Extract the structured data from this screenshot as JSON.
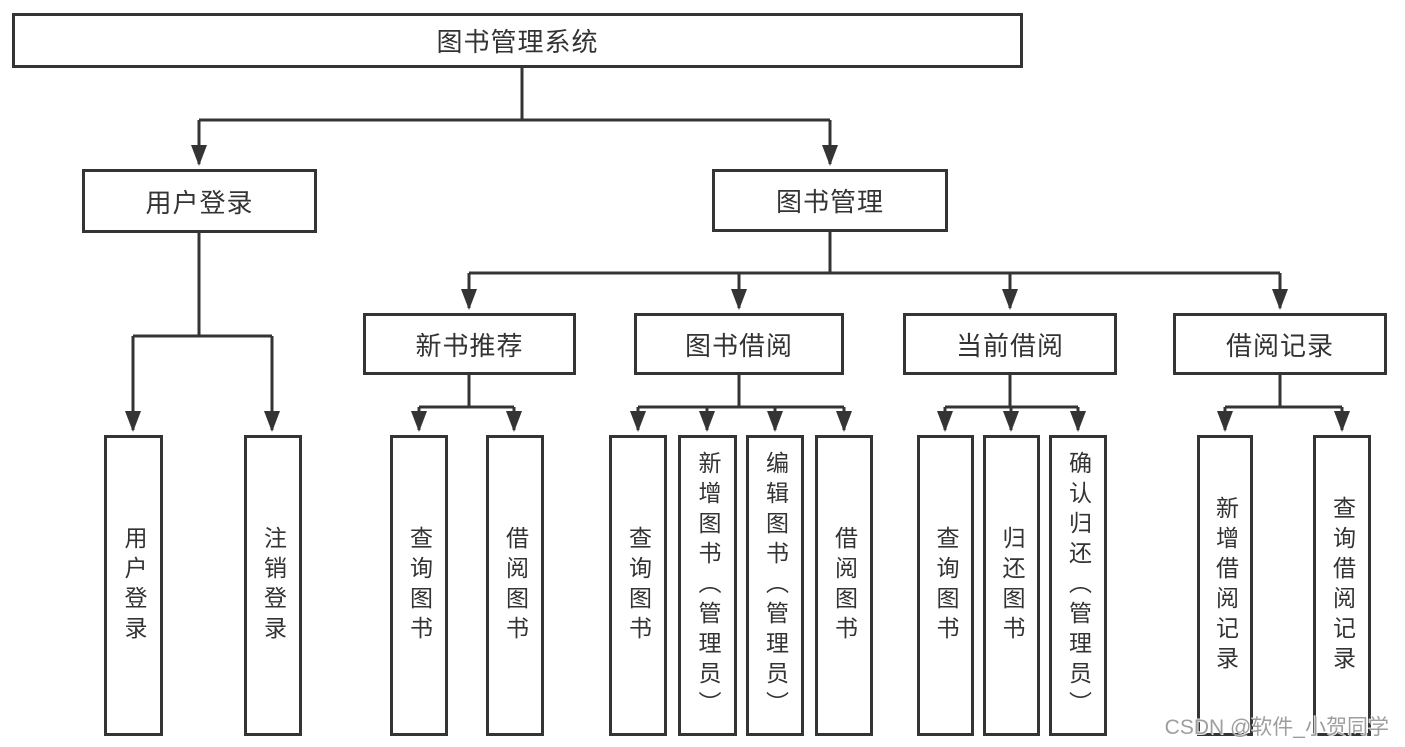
{
  "diagram": {
    "root": {
      "label": "图书管理系统",
      "children": [
        {
          "label": "用户登录",
          "children": [
            {
              "label": "用户登录"
            },
            {
              "label": "注销登录"
            }
          ]
        },
        {
          "label": "图书管理",
          "children": [
            {
              "label": "新书推荐",
              "children": [
                {
                  "label": "查询图书"
                },
                {
                  "label": "借阅图书"
                }
              ]
            },
            {
              "label": "图书借阅",
              "children": [
                {
                  "label": "查询图书"
                },
                {
                  "label": "新增图书（管理员）"
                },
                {
                  "label": "编辑图书（管理员）"
                },
                {
                  "label": "借阅图书"
                }
              ]
            },
            {
              "label": "当前借阅",
              "children": [
                {
                  "label": "查询图书"
                },
                {
                  "label": "归还图书"
                },
                {
                  "label": "确认归还（管理员）"
                }
              ]
            },
            {
              "label": "借阅记录",
              "children": [
                {
                  "label": "新增借阅记录"
                },
                {
                  "label": "查询借阅记录"
                }
              ]
            }
          ]
        }
      ]
    },
    "colors": {
      "line": "#343434",
      "box_border": "#343434",
      "text": "#333333",
      "watermark": "#9e9e9e",
      "background": "#ffffff"
    }
  },
  "watermark": {
    "text": "CSDN @软件_小贺同学"
  }
}
